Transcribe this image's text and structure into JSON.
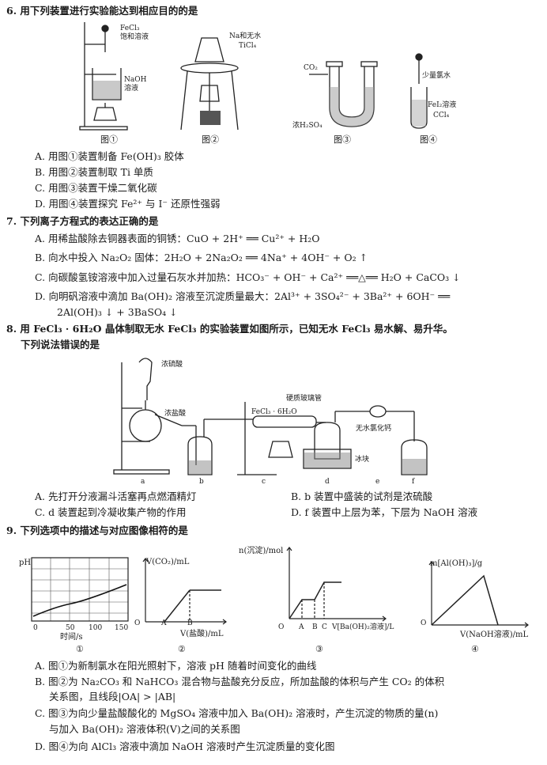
{
  "q6": {
    "stem": "6. 用下列装置进行实验能达到相应目的的是",
    "fig1": {
      "label1": "FeCl₃",
      "label2": "饱和溶液",
      "label3": "NaOH",
      "label4": "溶液",
      "caption": "图①"
    },
    "fig2": {
      "label1": "Na和无水",
      "label2": "TiCl₄",
      "caption": "图②"
    },
    "fig3": {
      "label1": "CO₂",
      "label2": "浓H₂SO₄",
      "caption": "图③"
    },
    "fig4": {
      "label1": "少量氯水",
      "label2": "FeI₂溶液",
      "label3": "CCl₄",
      "caption": "图④"
    },
    "options": [
      "A. 用图①装置制备 Fe(OH)₃ 胶体",
      "B. 用图②装置制取 Ti 单质",
      "C. 用图③装置干燥二氧化碳",
      "D. 用图④装置探究 Fe²⁺ 与 I⁻ 还原性强弱"
    ]
  },
  "q7": {
    "stem": "7. 下列离子方程式的表达正确的是",
    "options": [
      "A. 用稀盐酸除去铜器表面的铜锈：CuO + 2H⁺ ══ Cu²⁺ + H₂O",
      "B. 向水中投入 Na₂O₂ 固体：2H₂O + 2Na₂O₂ ══ 4Na⁺ + 4OH⁻ + O₂ ↑",
      "C. 向碳酸氢铵溶液中加入过量石灰水并加热：HCO₃⁻ + OH⁻ + Ca²⁺ ══△══ H₂O + CaCO₃ ↓",
      "D. 向明矾溶液中滴加 Ba(OH)₂ 溶液至沉淀质量最大：2Al³⁺ + 3SO₄²⁻ + 3Ba²⁺ + 6OH⁻ ══",
      "2Al(OH)₃ ↓ + 3BaSO₄ ↓"
    ]
  },
  "q8": {
    "stem1": "8. 用 FeCl₃ · 6H₂O 晶体制取无水 FeCl₃ 的实验装置如图所示，已知无水 FeCl₃ 易水解、易升华。",
    "stem2": "下列说法错误的是",
    "labels": {
      "conc_h2so4": "浓硫酸",
      "conc_hcl": "浓盐酸",
      "tube": "硬质玻璃管",
      "fecl3": "FeCl₃ · 6H₂O",
      "cacl2": "无水氯化钙",
      "ice": "冰块",
      "a": "a",
      "b": "b",
      "c": "c",
      "d": "d",
      "e": "e",
      "f": "f"
    },
    "options": [
      "A. 先打开分液漏斗活塞再点燃酒精灯",
      "B. b 装置中盛装的试剂是浓硫酸",
      "C. d 装置起到冷凝收集产物的作用",
      "D. f 装置中上层为苯，下层为 NaOH 溶液"
    ]
  },
  "q9": {
    "stem": "9. 下列选项中的描述与对应图像相符的是",
    "g1": {
      "ylabel": "pH",
      "xlabel": "时间/s",
      "ticks": [
        "0",
        "50",
        "100",
        "150"
      ],
      "caption": "①"
    },
    "g2": {
      "ylabel": "V(CO₂)/mL",
      "xlabel": "V(盐酸)/mL",
      "o": "O",
      "a": "A",
      "b": "B",
      "caption": "②"
    },
    "g3": {
      "ylabel": "n(沉淀)/mol",
      "xlabel": "V[Ba(OH)₂溶液]/L",
      "o": "O",
      "a": "A",
      "b": "B",
      "c": "C",
      "caption": "③"
    },
    "g4": {
      "ylabel": "m[Al(OH)₃]/g",
      "xlabel": "V(NaOH溶液)/mL",
      "o": "O",
      "caption": "④"
    },
    "options": [
      "A. 图①为新制氯水在阳光照射下，溶液 pH 随着时间变化的曲线",
      "B. 图②为 Na₂CO₃ 和 NaHCO₃ 混合物与盐酸充分反应，所加盐酸的体积与产生 CO₂ 的体积",
      "关系图，且线段|OA| > |AB|",
      "C. 图③为向少量盐酸酸化的 MgSO₄ 溶液中加入 Ba(OH)₂ 溶液时，产生沉淀的物质的量(n)",
      "与加入 Ba(OH)₂ 溶液体积(V)之间的关系图",
      "D. 图④为向 AlCl₃ 溶液中滴加 NaOH 溶液时产生沉淀质量的变化图"
    ]
  }
}
